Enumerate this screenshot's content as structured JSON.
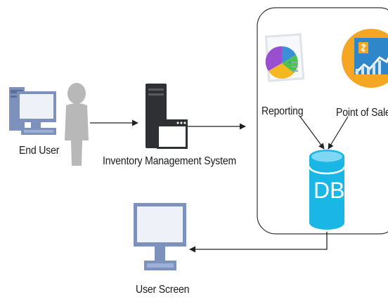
{
  "diagram": {
    "labels": {
      "end_user": "End User",
      "inventory_system": "Inventory Management System",
      "reporting": "Reporting",
      "point_of_sale": "Point of Sale",
      "db": "DB",
      "user_screen": "User Screen"
    },
    "icons": {
      "end_user": [
        "desktop-computer-icon",
        "person-icon"
      ],
      "inventory_system": [
        "server-icon",
        "application-window-icon"
      ],
      "reporting": "pie-chart-report-icon",
      "point_of_sale": "sales-chart-icon",
      "db": "database-icon",
      "user_screen": "monitor-icon"
    },
    "colors": {
      "computer": "#7d91bd",
      "computer_screen": "#eef2f8",
      "person": "#b8b8b8",
      "server": "#2f3033",
      "database": "#1ab7e6",
      "database_top": "#7fd8f3",
      "pos_circle": "#f5a623",
      "pos_panel": "#2f86c9",
      "arrow": "#222222",
      "container_border": "#333333"
    }
  }
}
